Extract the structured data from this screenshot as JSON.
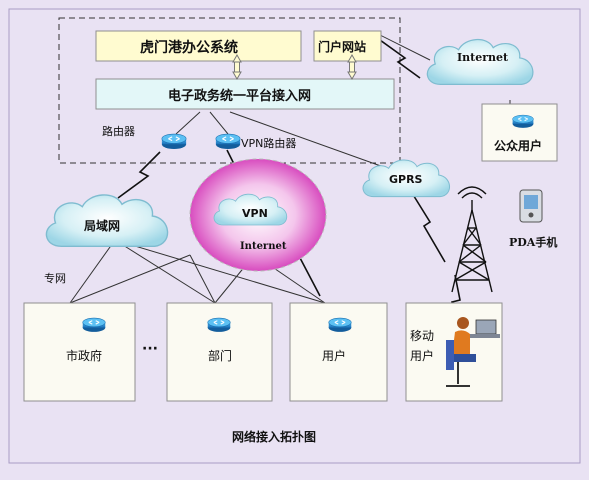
{
  "system_box": "虎门港办公系统",
  "portal_box": "门户网站",
  "platform_box": "电子政务统一平台接入网",
  "cloud_internet_top": "Internet",
  "public_user": "公众用户",
  "router_label": "路由器",
  "vpn_router_label": "VPN路由器",
  "cloud_gprs": "GPRS",
  "pda_label": "PDA手机",
  "cloud_lan": "局域网",
  "cloud_vpn": "VPN",
  "vpn_internet": "Internet",
  "dedicated_line": "专网",
  "node_city_gov": "市政府",
  "ellipsis": "···",
  "node_department": "部门",
  "node_user": "用户",
  "mobile_user": "移动\n用户",
  "caption": "网络接入拓扑图",
  "colors": {
    "background": "#e9e2f3",
    "system_box": "#fffbd0",
    "platform_box": "#e3f7f8",
    "cloud": "#bfe6ef",
    "vpn_glow": "#e070c8",
    "router": "#2a8fd6"
  }
}
